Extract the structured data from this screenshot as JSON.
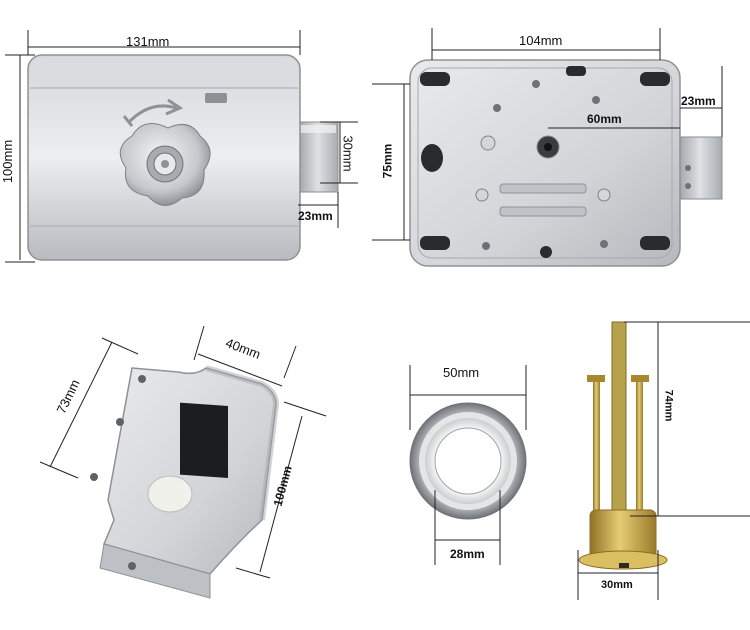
{
  "labels": {
    "lock_width": "131mm",
    "lock_height": "100mm",
    "bolt_height": "30mm",
    "bolt_projection": "23mm",
    "back_width": "104mm",
    "back_height": "75mm",
    "back_bolt": "23mm",
    "backset": "60mm",
    "strike_width": "40mm",
    "strike_side": "73mm",
    "strike_height": "100mm",
    "ring_outer": "50mm",
    "ring_inner": "28mm",
    "cylinder_length": "74mm",
    "cylinder_diameter": "30mm"
  },
  "colors": {
    "steel_light": "#e3e4e6",
    "steel_mid": "#b9bcc0",
    "steel_dark": "#7d8186",
    "brass": "#c9a84a",
    "line": "#222222"
  }
}
